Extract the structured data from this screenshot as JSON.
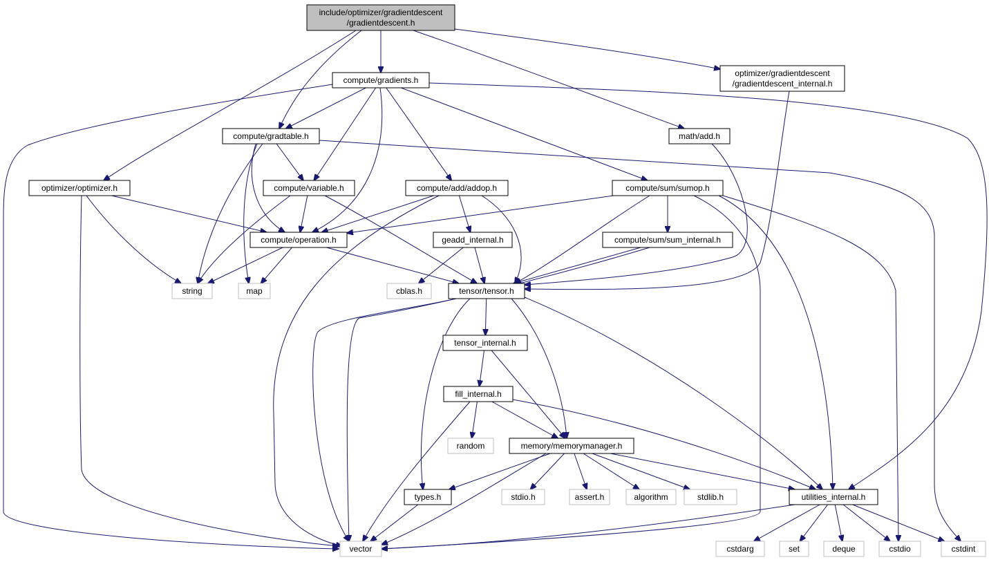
{
  "colors": {
    "edge": "#191970",
    "root_fill": "#bfbfbf",
    "box_fill": "#ffffff",
    "project_border": "#000000",
    "external_border": "#bfbfbf"
  },
  "nodes": [
    {
      "id": "root",
      "lines": [
        "include/optimizer/gradientdescent",
        "/gradientdescent.h"
      ],
      "kind": "root"
    },
    {
      "id": "gradients",
      "lines": [
        "compute/gradients.h"
      ],
      "kind": "project"
    },
    {
      "id": "gd_internal",
      "lines": [
        "optimizer/gradientdescent",
        "/gradientdescent_internal.h"
      ],
      "kind": "project"
    },
    {
      "id": "gradtable",
      "lines": [
        "compute/gradtable.h"
      ],
      "kind": "project"
    },
    {
      "id": "mathadd",
      "lines": [
        "math/add.h"
      ],
      "kind": "project"
    },
    {
      "id": "optimizer",
      "lines": [
        "optimizer/optimizer.h"
      ],
      "kind": "project"
    },
    {
      "id": "variable",
      "lines": [
        "compute/variable.h"
      ],
      "kind": "project"
    },
    {
      "id": "addop",
      "lines": [
        "compute/add/addop.h"
      ],
      "kind": "project"
    },
    {
      "id": "sumop",
      "lines": [
        "compute/sum/sumop.h"
      ],
      "kind": "project"
    },
    {
      "id": "operation",
      "lines": [
        "compute/operation.h"
      ],
      "kind": "project"
    },
    {
      "id": "geadd",
      "lines": [
        "geadd_internal.h"
      ],
      "kind": "project"
    },
    {
      "id": "sum_internal",
      "lines": [
        "compute/sum/sum_internal.h"
      ],
      "kind": "project"
    },
    {
      "id": "string",
      "lines": [
        "string"
      ],
      "kind": "external"
    },
    {
      "id": "map",
      "lines": [
        "map"
      ],
      "kind": "external"
    },
    {
      "id": "cblas",
      "lines": [
        "cblas.h"
      ],
      "kind": "external"
    },
    {
      "id": "tensor",
      "lines": [
        "tensor/tensor.h"
      ],
      "kind": "project"
    },
    {
      "id": "tensor_internal",
      "lines": [
        "tensor_internal.h"
      ],
      "kind": "project"
    },
    {
      "id": "fill_internal",
      "lines": [
        "fill_internal.h"
      ],
      "kind": "project"
    },
    {
      "id": "random",
      "lines": [
        "random"
      ],
      "kind": "external"
    },
    {
      "id": "memorymanager",
      "lines": [
        "memory/memorymanager.h"
      ],
      "kind": "project"
    },
    {
      "id": "types",
      "lines": [
        "types.h"
      ],
      "kind": "project"
    },
    {
      "id": "stdio",
      "lines": [
        "stdio.h"
      ],
      "kind": "external"
    },
    {
      "id": "assert",
      "lines": [
        "assert.h"
      ],
      "kind": "external"
    },
    {
      "id": "algorithm",
      "lines": [
        "algorithm"
      ],
      "kind": "external"
    },
    {
      "id": "stdlib",
      "lines": [
        "stdlib.h"
      ],
      "kind": "external"
    },
    {
      "id": "utilities_internal",
      "lines": [
        "utilities_internal.h"
      ],
      "kind": "project"
    },
    {
      "id": "vector",
      "lines": [
        "vector"
      ],
      "kind": "external"
    },
    {
      "id": "cstdarg",
      "lines": [
        "cstdarg"
      ],
      "kind": "external"
    },
    {
      "id": "set",
      "lines": [
        "set"
      ],
      "kind": "external"
    },
    {
      "id": "deque",
      "lines": [
        "deque"
      ],
      "kind": "external"
    },
    {
      "id": "cstdio",
      "lines": [
        "cstdio"
      ],
      "kind": "external"
    },
    {
      "id": "cstdint",
      "lines": [
        "cstdint"
      ],
      "kind": "external"
    }
  ],
  "edges": [
    [
      "root",
      "gradients"
    ],
    [
      "root",
      "gd_internal"
    ],
    [
      "root",
      "gradtable"
    ],
    [
      "root",
      "mathadd"
    ],
    [
      "root",
      "optimizer"
    ],
    [
      "gradients",
      "gradtable"
    ],
    [
      "gradients",
      "variable"
    ],
    [
      "gradients",
      "operation"
    ],
    [
      "gradients",
      "addop"
    ],
    [
      "gradients",
      "sumop"
    ],
    [
      "gradients",
      "vector"
    ],
    [
      "gradients",
      "utilities_internal"
    ],
    [
      "gd_internal",
      "tensor"
    ],
    [
      "gradtable",
      "variable"
    ],
    [
      "gradtable",
      "operation"
    ],
    [
      "gradtable",
      "string"
    ],
    [
      "gradtable",
      "map"
    ],
    [
      "gradtable",
      "cstdint"
    ],
    [
      "mathadd",
      "tensor"
    ],
    [
      "optimizer",
      "operation"
    ],
    [
      "optimizer",
      "string"
    ],
    [
      "optimizer",
      "vector"
    ],
    [
      "variable",
      "operation"
    ],
    [
      "variable",
      "string"
    ],
    [
      "variable",
      "tensor"
    ],
    [
      "addop",
      "operation"
    ],
    [
      "addop",
      "geadd"
    ],
    [
      "addop",
      "tensor"
    ],
    [
      "addop",
      "vector"
    ],
    [
      "sumop",
      "operation"
    ],
    [
      "sumop",
      "sum_internal"
    ],
    [
      "sumop",
      "tensor"
    ],
    [
      "sumop",
      "utilities_internal"
    ],
    [
      "sumop",
      "cstdio"
    ],
    [
      "sumop",
      "vector"
    ],
    [
      "operation",
      "string"
    ],
    [
      "operation",
      "map"
    ],
    [
      "operation",
      "tensor"
    ],
    [
      "geadd",
      "cblas"
    ],
    [
      "geadd",
      "tensor"
    ],
    [
      "sum_internal",
      "tensor"
    ],
    [
      "sum_internal",
      "vector"
    ],
    [
      "tensor",
      "tensor_internal"
    ],
    [
      "tensor",
      "memorymanager"
    ],
    [
      "tensor",
      "types"
    ],
    [
      "tensor",
      "vector"
    ],
    [
      "tensor",
      "utilities_internal"
    ],
    [
      "tensor_internal",
      "fill_internal"
    ],
    [
      "tensor_internal",
      "memorymanager"
    ],
    [
      "fill_internal",
      "random"
    ],
    [
      "fill_internal",
      "memorymanager"
    ],
    [
      "fill_internal",
      "vector"
    ],
    [
      "fill_internal",
      "utilities_internal"
    ],
    [
      "memorymanager",
      "types"
    ],
    [
      "memorymanager",
      "stdio"
    ],
    [
      "memorymanager",
      "assert"
    ],
    [
      "memorymanager",
      "algorithm"
    ],
    [
      "memorymanager",
      "stdlib"
    ],
    [
      "memorymanager",
      "utilities_internal"
    ],
    [
      "memorymanager",
      "vector"
    ],
    [
      "types",
      "vector"
    ],
    [
      "utilities_internal",
      "vector"
    ],
    [
      "utilities_internal",
      "cstdarg"
    ],
    [
      "utilities_internal",
      "set"
    ],
    [
      "utilities_internal",
      "deque"
    ],
    [
      "utilities_internal",
      "cstdio"
    ],
    [
      "utilities_internal",
      "cstdint"
    ]
  ]
}
